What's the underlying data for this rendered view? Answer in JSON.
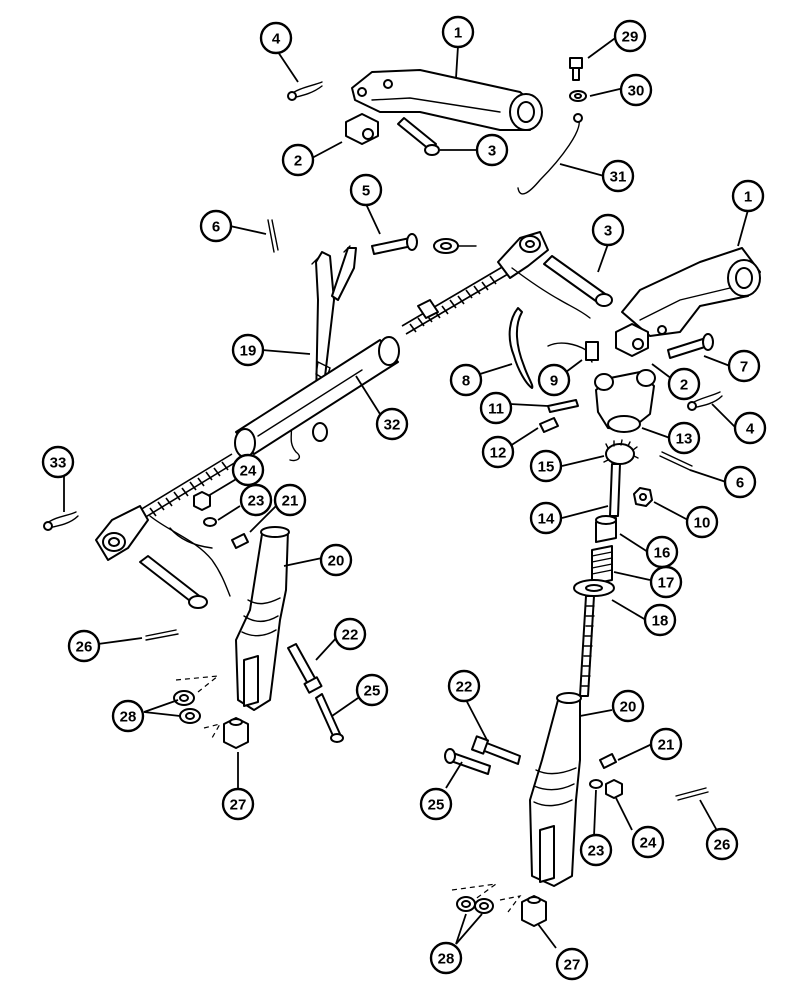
{
  "callouts": [
    {
      "id": "c-1a",
      "text": "1"
    },
    {
      "id": "c-2a",
      "text": "2"
    },
    {
      "id": "c-3a",
      "text": "3"
    },
    {
      "id": "c-4a",
      "text": "4"
    },
    {
      "id": "c-29",
      "text": "29"
    },
    {
      "id": "c-30",
      "text": "30"
    },
    {
      "id": "c-31",
      "text": "31"
    },
    {
      "id": "c-5",
      "text": "5"
    },
    {
      "id": "c-6a",
      "text": "6"
    },
    {
      "id": "c-1b",
      "text": "1"
    },
    {
      "id": "c-3b",
      "text": "3"
    },
    {
      "id": "c-19",
      "text": "19"
    },
    {
      "id": "c-32",
      "text": "32"
    },
    {
      "id": "c-7",
      "text": "7"
    },
    {
      "id": "c-8",
      "text": "8"
    },
    {
      "id": "c-9",
      "text": "9"
    },
    {
      "id": "c-2b",
      "text": "2"
    },
    {
      "id": "c-11",
      "text": "11"
    },
    {
      "id": "c-4b",
      "text": "4"
    },
    {
      "id": "c-13",
      "text": "13"
    },
    {
      "id": "c-12",
      "text": "12"
    },
    {
      "id": "c-33",
      "text": "33"
    },
    {
      "id": "c-15",
      "text": "15"
    },
    {
      "id": "c-6b",
      "text": "6"
    },
    {
      "id": "c-24a",
      "text": "24"
    },
    {
      "id": "c-23a",
      "text": "23"
    },
    {
      "id": "c-21a",
      "text": "21"
    },
    {
      "id": "c-14",
      "text": "14"
    },
    {
      "id": "c-10",
      "text": "10"
    },
    {
      "id": "c-20a",
      "text": "20"
    },
    {
      "id": "c-16",
      "text": "16"
    },
    {
      "id": "c-17",
      "text": "17"
    },
    {
      "id": "c-18",
      "text": "18"
    },
    {
      "id": "c-26a",
      "text": "26"
    },
    {
      "id": "c-22a",
      "text": "22"
    },
    {
      "id": "c-25a",
      "text": "25"
    },
    {
      "id": "c-28a",
      "text": "28"
    },
    {
      "id": "c-22b",
      "text": "22"
    },
    {
      "id": "c-20b",
      "text": "20"
    },
    {
      "id": "c-27a",
      "text": "27"
    },
    {
      "id": "c-21b",
      "text": "21"
    },
    {
      "id": "c-25b",
      "text": "25"
    },
    {
      "id": "c-23b",
      "text": "23"
    },
    {
      "id": "c-24b",
      "text": "24"
    },
    {
      "id": "c-26b",
      "text": "26"
    },
    {
      "id": "c-28b",
      "text": "28"
    },
    {
      "id": "c-27b",
      "text": "27"
    }
  ]
}
